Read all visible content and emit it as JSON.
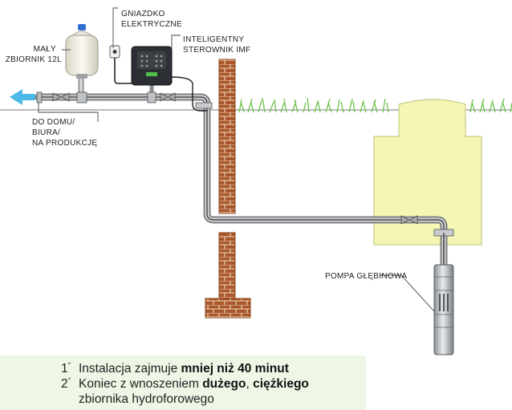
{
  "labels": {
    "tank_small": [
      "MAŁY",
      "ZBIORNIK 12L"
    ],
    "socket": [
      "GNIAZDKO",
      "ELEKTRYCZNE"
    ],
    "controller": [
      "INTELIGENTNY",
      "STEROWNIK IMF"
    ],
    "house": [
      "DO DOMU/",
      "BIURA/",
      "NA PRODUKCJĘ"
    ],
    "pump": "POMPA GŁĘBINOWA"
  },
  "footer": {
    "items": [
      {
        "num": "1",
        "pre": "Instalacja zajmuje ",
        "bold": "mniej niż 40 minut",
        "post": ""
      },
      {
        "num": "2",
        "pre": "Koniec z wnoszeniem ",
        "bold": "dużego",
        "mid": ", ",
        "bold2": "ciężkiego",
        "cont": "zbiornika hydroforowego"
      }
    ]
  },
  "colors": {
    "arrow": "#4cb8e6",
    "tank": "#f4f7b4",
    "brick": "#9a4e1f",
    "grass": "#6cc24a",
    "footer_bg": "#eef7e6"
  },
  "icons": [
    "arrow-left-icon",
    "pressure-tank-icon",
    "socket-icon",
    "controller-icon",
    "submersible-pump-icon"
  ]
}
